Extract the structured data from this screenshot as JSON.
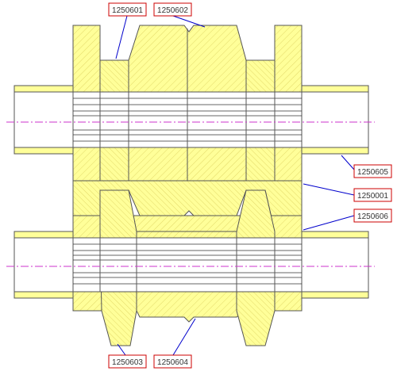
{
  "colors": {
    "background": "#ffffff",
    "part_fill": "#ffff99",
    "part_stroke": "#555555",
    "hatch": "#d9cf5a",
    "shaft_fill": "#ffffff",
    "centerline": "#cc33cc",
    "leader": "#0000cc",
    "label_border": "#cc0000",
    "label_text": "#333333"
  },
  "callouts": {
    "top_left": "1250601",
    "top_right": "1250602",
    "right_upper": "1250605",
    "right_middle": "1250001",
    "right_lower": "1250606",
    "bottom_left": "1250603",
    "bottom_right": "1250604"
  }
}
